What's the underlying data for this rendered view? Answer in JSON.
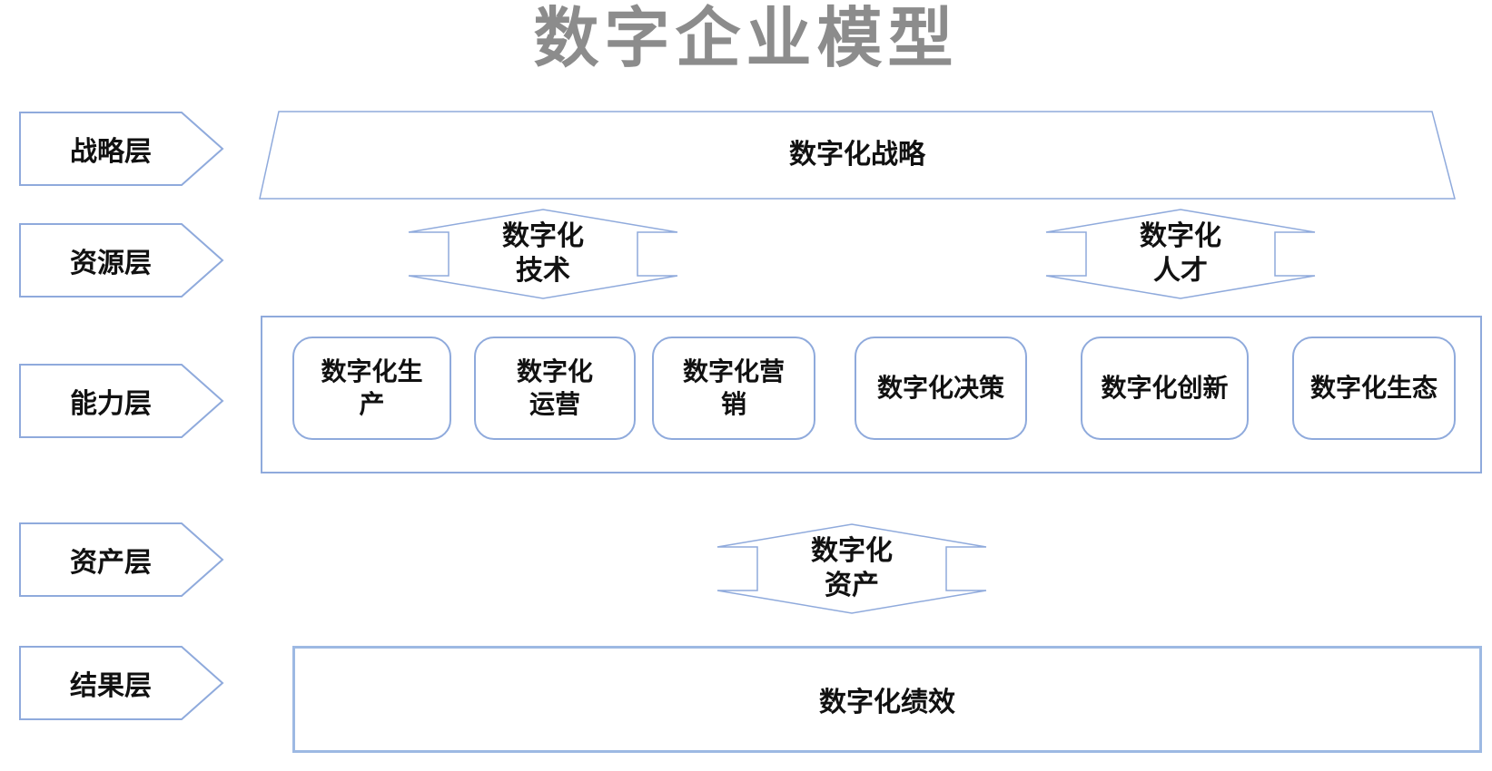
{
  "title": "数字企业模型",
  "colors": {
    "border_blue": "#8faadc",
    "result_border": "#9db9e3",
    "title_gray": "#8c8c8c",
    "text": "#111111",
    "background": "#ffffff"
  },
  "layers": [
    {
      "label": "战略层"
    },
    {
      "label": "资源层"
    },
    {
      "label": "能力层"
    },
    {
      "label": "资产层"
    },
    {
      "label": "结果层"
    }
  ],
  "strategy": {
    "label": "数字化战略"
  },
  "resources": [
    {
      "label": "数字化\n技术"
    },
    {
      "label": "数字化\n人才"
    }
  ],
  "capabilities": [
    {
      "label": "数字化生\n产"
    },
    {
      "label": "数字化\n运营"
    },
    {
      "label": "数字化营\n销"
    },
    {
      "label": "数字化决策"
    },
    {
      "label": "数字化创新"
    },
    {
      "label": "数字化生态"
    }
  ],
  "asset": {
    "label": "数字化\n资产"
  },
  "result": {
    "label": "数字化绩效"
  }
}
